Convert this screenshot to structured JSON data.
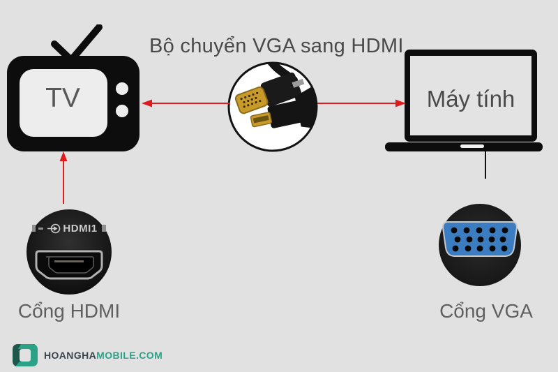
{
  "title": "Bộ chuyển VGA sang HDMI",
  "devices": {
    "tv_label": "TV",
    "computer_label": "Máy tính"
  },
  "ports": {
    "hdmi_label": "Cổng HDMI",
    "hdmi_badge": "HDMI1",
    "vga_label": "Cổng VGA"
  },
  "logo": {
    "brand": "HOANGHA",
    "domain": "MOBILE.COM"
  },
  "icons": {
    "tv": "tv-icon",
    "computer": "laptop-icon",
    "adapter": "vga-to-hdmi-cable-image",
    "hdmi": "hdmi-port-image",
    "vga": "vga-port-image",
    "hdmi_input": "hdmi-input-arrow-icon",
    "logo_mark": "hoangha-logo-icon"
  },
  "colors": {
    "background": "#e2e1e2",
    "arrow_red": "#e01b1f",
    "vga_blue": "#3c7cc0",
    "connector_gold": "#c79a2a",
    "device_black": "#0d0d0d",
    "logo_green_dark": "#1d584a",
    "logo_teal": "#2ba285",
    "logo_text_dark": "#39454d"
  }
}
